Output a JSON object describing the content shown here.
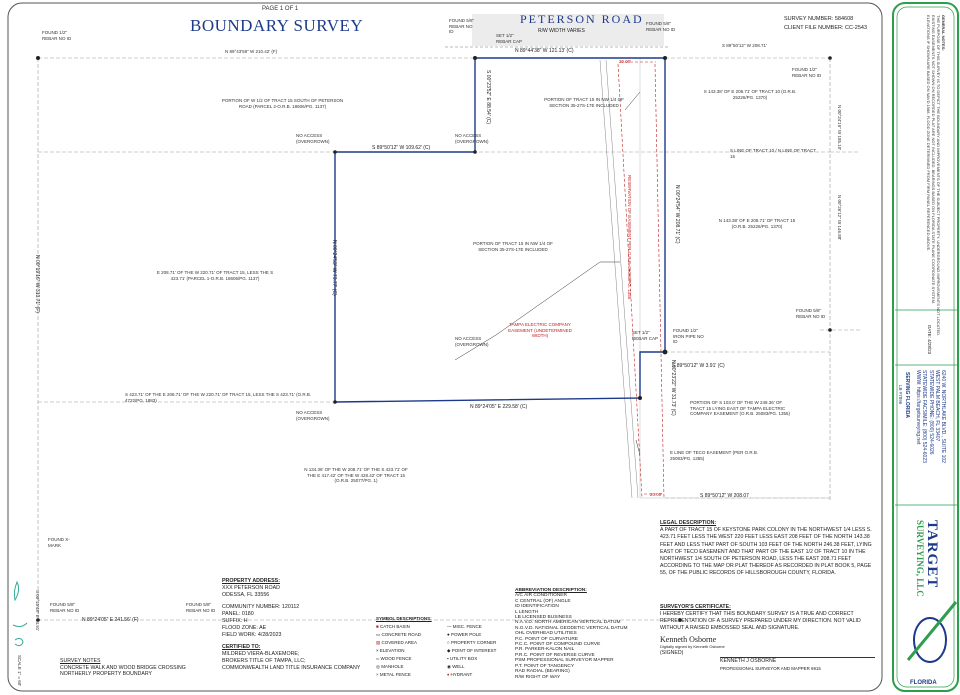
{
  "header": {
    "page": "PAGE 1 OF 1",
    "title": "BOUNDARY SURVEY",
    "road_name": "PETERSON ROAD",
    "road_width": "R/W WIDTH VARIES",
    "survey_number_label": "SURVEY NUMBER: 584608",
    "client_file_label": "CLIENT FILE NUMBER: CC-2543"
  },
  "bearings": {
    "north_line": "N 89°43'59\" W 210.42' (F)",
    "north_tract": "N 89°44'38\" W 121.13' (C)",
    "inner_top": "S 89°50'12\" W 109.62' (C)",
    "inner_bottom": "N 89°24'05\" E 229.58' (C)",
    "east_short": "S 89°50'12\" W 3.91' (C)",
    "south_right": "S 89°50'12\" W 208.07",
    "south_left": "N 89°24'05\" E 241.56' (F)",
    "ne_corner": "S 89°50'12\" W 208.71'",
    "west_line": "N 00°19'16\" W 313.71' (F)",
    "inner_west": "N 00°24'53\" W 73.77' (C)",
    "stem_west": "S 00°23'52\" E 88.54' (C)",
    "east_inner": "N 00°24'54\" W 208.71' (C)",
    "short_vert": "N 00°23'22\" W 31.73' (C)",
    "far_east": "N 00°24'19\" W 185.10'",
    "far_east2": "N 00°26'12\" W 146.88'",
    "south_note": "S 00°15'48\" E 64.91'",
    "dist_top": "20.00'",
    "dist_bottom": "20.00'"
  },
  "parcels": {
    "nw": "PORTION OF W 1/2 OF TRACT 15 SOUTH OF PETERSON ROAD (PARCEL 2-O.R.B. 18606/PG. 1137)",
    "stem": "PORTION OF TRACT 15 IN NW 1/4 OF SECTION 35-27S-17E INCLUDED",
    "center": "PORTION OF TRACT 15 IN NW 1/4 OF SECTION 35-27S-17E INCLUDED",
    "west": "E 208.71' OF THE W 220.71' OF TRACT 15, LESS THE S 423.71' (PARCEL 1-O.R.B. 18606/PG. 1137)",
    "ne": "S 143.38' OF E 208.71' OF TRACT 10 (O.R.B. 25226/PG. 1370)",
    "east": "N 143.38' OF E 208.71' OF TRACT 15 (O.R.B. 25226/PG. 1370)",
    "sw_strip": "S 423.71' OF THE E 208.71' OF THE W 220.71' OF TRACT 15, LESS THE S 423.71' (O.R.B. 4722/PG. 1883)",
    "south": "N 134.36' OF THE W 208.71' OF THE S 423.71' OF THE E 417.42' OF THE W 428.42' OF TRACT 15 (O.R.B. 25077/PG. 1)",
    "se": "PORTION OF S 103.0' OF THE W 248.36' OF TRACT 15 LYING EAST OF TAMPA ELECTRIC COMPANY EASEMENT (O.R.B. 25083/PG. 1355)",
    "easement": "TAMPA ELECTRIC COMPANY EASEMENT (UNDETERMINED WIDTH)",
    "easement_red": "RESERVATION OF EASEMENT PER O.R.B. 25083/PG. 1355",
    "no_access_1": "NO ACCESS (OVERGROWN)",
    "no_access_2": "NO ACCESS (OVERGROWN)",
    "no_access_3": "NO ACCESS (OVERGROWN)",
    "no_access_4": "NO ACCESS (OVERGROWN)",
    "tract_line_15": "S LINE OF TRACT 10 / N LINE OF TRACT 15",
    "teco_line": "E LINE OF TECO EASEMENT (PER O.R.B. 25083/PG. 1355)"
  },
  "monuments": {
    "m1": "FOUND 1/2\" REBAR NO ID",
    "m2": "FOUND 5/8\" REBAR NO ID",
    "m3": "SET 1/2\" REBAR CAP",
    "m4": "FOUND 5/8\" REBAR NO ID",
    "m5": "FOUND 1/2\" IRON PIPE NO ID",
    "m6": "SET 1/2\" REBAR CAP",
    "m7": "FOUND 1/2\" REBAR NO ID",
    "m8": "FOUND 5/8\" REBAR NO ID",
    "m9": "FOUND 5/8\" REBAR NO ID",
    "m10": "FOUND X-MARK",
    "m11": "FOUND 5/8\" REBAR NO ID"
  },
  "legal": {
    "heading": "LEGAL DESCRIPTION:",
    "text": "A PART OF TRACT 15 OF KEYSTONE PARK COLONY IN THE NORTHWEST 1/4 LESS S. 423.71 FEET LESS THE WEST 220 FEET LESS EAST 208 FEET OF THE NORTH 143.38 FEET AND LESS THAT PART OF SOUTH 103 FEET OF THE NORTH 246.38 FEET, LYING EAST OF TECO EASEMENT AND THAT PART OF THE EAST 1/2 OF TRACT 10 IN THE NORTHWEST 1/4 SOUTH OF PETERSON ROAD, LESS THE EAST 208.71 FEET ACCORDING TO THE MAP OR PLAT THEREOF AS RECORDED IN PLAT BOOK 5, PAGE 55, OF THE PUBLIC RECORDS OF HILLSBOROUGH COUNTY, FLORIDA."
  },
  "certificate": {
    "heading": "SURVEYOR'S CERTIFICATE:",
    "text": "I HEREBY CERTIFY THAT THIS BOUNDARY SURVEY IS A TRUE AND CORRECT REPRESENTATION OF A SURVEY PREPARED UNDER MY DIRECTION. NOT VALID WITHOUT A RAISED EMBOSSED SEAL AND SIGNATURE.",
    "signature": "Kenneth Osborne",
    "signed_note": "Digitally signed by Kenneth Osborne",
    "signer_sub": "(SIGNED)",
    "name": "KENNETH J OSBORNE",
    "role": "PROFESSIONAL SURVEYOR AND MAPPER 6915"
  },
  "property": {
    "address_label": "PROPERTY ADDRESS:",
    "address1": "XXX PETERSON ROAD",
    "address2": "ODESSA, FL 33556",
    "community": "COMMUNITY NUMBER: 120112",
    "panel": "PANEL: 0180",
    "suffix": "SUFFIX: H",
    "flood": "FLOOD ZONE: AE",
    "field_work": "FIELD WORK: 4/28/2023",
    "certified_label": "CERTIFIED TO:",
    "cert1": "MILDRED VIERA-BLAXEMORE;",
    "cert2": "BROKERS TITLE OF TAMPA, LLC;",
    "cert3": "COMMONWEALTH LAND TITLE INSURANCE COMPANY"
  },
  "abbreviations": {
    "heading": "ABBREVIATION DESCRIPTION:",
    "items": [
      "A/C  AIR CONDITIONER",
      "C  CENTRAL (OF) ANGLE",
      "ID  IDENTIFICATION",
      "L  LENGTH",
      "LB  LICENSED BUSINESS",
      "N.A.V.D.  NORTH AMERICAN VERTICAL DATUM",
      "N.G.V.D.  NATIONAL GEODETIC VERTICAL DATUM",
      "OHL  OVERHEAD UTILITIES",
      "P.C.  POINT OF CURVATURE",
      "P.C.C.  POINT OF COMPOUND CURVE",
      "P.R.  PARKER-KALON NAIL",
      "P.R.C.  POINT OF REVERSE CURVE",
      "PSM  PROFESSIONAL SURVEYOR MAPPER",
      "P.T.  POINT OF TANGENCY",
      "RAD  RADIAL (BEARING)",
      "R/W  RIGHT OF WAY"
    ]
  },
  "symbols": {
    "heading": "SYMBOL DESCRIPTIONS:",
    "items": [
      "CATCH BASIN",
      "MISC. FENCE",
      "CONCRETE ROAD",
      "POWER POLE",
      "COVERED AREA",
      "PROPERTY CORNER",
      "ELEVATION",
      "POINT OF INTEREST",
      "WOOD FENCE",
      "UTILITY BOX",
      "MANHOLE",
      "WELL",
      "METAL FENCE",
      "HYDRANT"
    ]
  },
  "survey_notes": {
    "heading": "SURVEY NOTES",
    "line1": "CONCRETE WALK AND WOOD BRIDGE CROSSING",
    "line2": "NORTHERLY PROPERTY BOUNDARY"
  },
  "scale": {
    "label": "SCALE 1\" = 60'"
  },
  "titleblock": {
    "company_line1": "TARGET",
    "company_line2": "SURVEYING, LLC",
    "address_lines": [
      "6240 W. NORTHLAKE BLVD., SUITE 102",
      "WEST PALM BEACH, FL 33407",
      "STATEWIDE PHONE: (800) 524-6026",
      "STATEWIDE FACSIMILE: (800) 524-6023",
      "WWW: https://targetsurveying.net"
    ],
    "serving": "SERVING FLORIDA",
    "lb": "LB #7896",
    "general_notes": "GENERAL NOTES:",
    "notes_a": "THE PURPOSE OF THIS SURVEY IS TO DEPICT THE BOUNDARY AND IMPROVEMENTS OF THE SUBJECT PROPERTY. UNDERGROUND IMPROVEMENTS NOT LOCATED.",
    "notes_b": "EXISTING EASEMENTS NOT SHOWN ON RECORDED PLAT ARE NOT INCLUDED. BEARINGS BASED ON FLORIDA STATE PLANE COORDINATE SYSTEM.",
    "notes_c": "ELEVATIONS IF SHOWN ARE BASED ON NAVD 1988. FLOOD ZONE DETERMINED FROM FIRM PANEL REFERENCED ABOVE.",
    "florida": "FLORIDA",
    "date": "DATE: 4/28/23"
  }
}
